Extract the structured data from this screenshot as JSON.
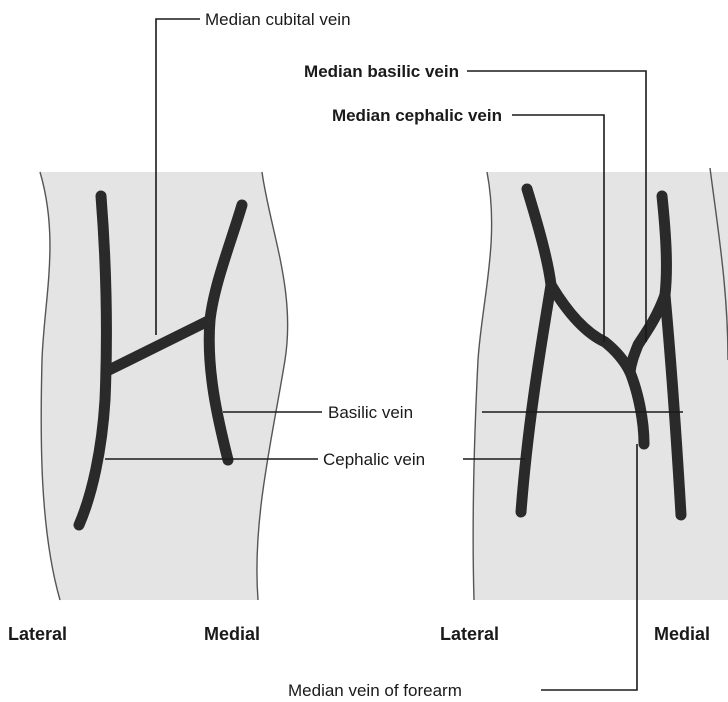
{
  "labels": {
    "median_cubital_vein": "Median cubital vein",
    "median_basilic_vein": "Median basilic vein",
    "median_cephalic_vein": "Median cephalic vein",
    "basilic_vein": "Basilic vein",
    "cephalic_vein": "Cephalic vein",
    "median_vein_of_forearm": "Median vein of forearm",
    "left_lateral": "Lateral",
    "left_medial": "Medial",
    "right_lateral": "Lateral",
    "right_medial": "Medial"
  },
  "colors": {
    "vein": "#2a2a2a",
    "arm_shading": "#e4e4e4",
    "text": "#1a1a1a"
  }
}
